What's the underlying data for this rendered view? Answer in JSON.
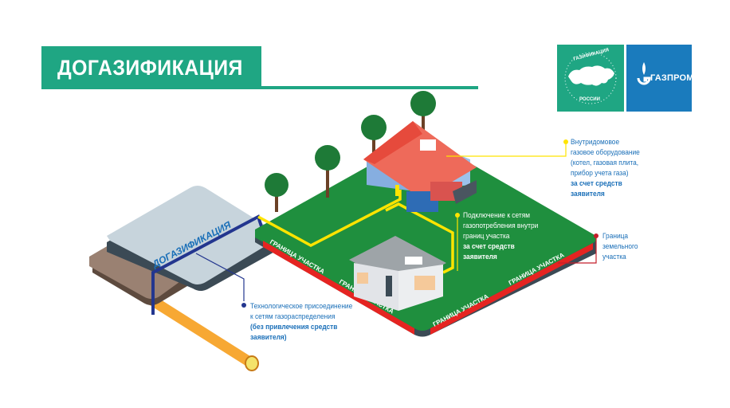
{
  "header": {
    "title": "ДОГАЗИФИКАЦИЯ"
  },
  "logos": {
    "gazification": {
      "top_text": "ГАЗИФИКАЦИЯ",
      "bottom_text": "РОССИИ",
      "color": "#1fa683"
    },
    "gazprom": {
      "text": "ГАЗПРОМ",
      "color": "#1a7bbd"
    }
  },
  "illustration": {
    "pipe_platform_label": "ДОГАЗИФИКАЦИЯ",
    "boundary_label": "ГРАНИЦА УЧАСТКА",
    "colors": {
      "lawn": "#1f8f3e",
      "boundary": "#e52421",
      "gas_line": "#ffe400",
      "main_line": "#23368f",
      "pipe": "#f7a833"
    }
  },
  "annotations": {
    "indoor_equipment": {
      "lines": [
        "Внутридомовое",
        "газовое оборудование",
        "(котел, газовая плита,",
        "прибор учета газа)"
      ],
      "bold_lines": [
        "за счет средств",
        "заявителя"
      ]
    },
    "connection_inside": {
      "lines": [
        "Подключение к сетям",
        "газопотребления внутри",
        "границ участка"
      ],
      "bold_lines": [
        "за счет средств",
        "заявителя"
      ]
    },
    "land_boundary": {
      "lines": [
        "Граница",
        "земельного",
        "участка"
      ]
    },
    "tech_connection": {
      "lines": [
        "Технологическое присоединение",
        "к сетям газораспределения"
      ],
      "bold_lines": [
        "(без привлечения средств",
        "заявителя)"
      ]
    }
  }
}
